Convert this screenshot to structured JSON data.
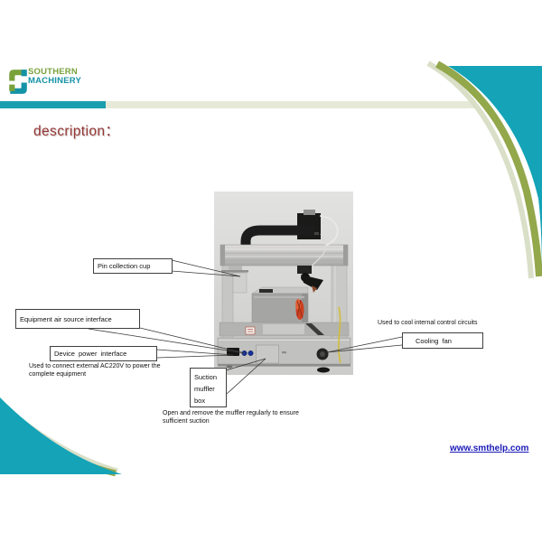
{
  "brand": {
    "line1": "SOUTHERN",
    "line2": "MACHINERY"
  },
  "slide": {
    "title": "description："
  },
  "callouts": {
    "pin_cup": {
      "label": "Pin collection cup"
    },
    "air_source": {
      "label": "Equipment air source interface"
    },
    "power": {
      "label": "Device power interface",
      "note": "Used to connect external AC220V to power the complete equipment"
    },
    "muffler": {
      "l1": "Suction",
      "l2": "muffler",
      "l3": "box",
      "note": "Open and remove the muffler regularly to ensure sufficient suction"
    },
    "fan": {
      "label": "Cooling fan",
      "note": "Used to cool internal control circuits"
    }
  },
  "footer": {
    "url": "www.smthelp.com"
  },
  "colors": {
    "teal": "#14a3b7",
    "olive": "#93a74b",
    "pale_band": "#d6dbc2",
    "bar_teal": "#1b9fae",
    "bar_beige": "#e7e9d8",
    "title_text": "#943634",
    "link": "#1a1ab8",
    "brand_green": "#7aa23c",
    "brand_teal": "#1593a6"
  }
}
